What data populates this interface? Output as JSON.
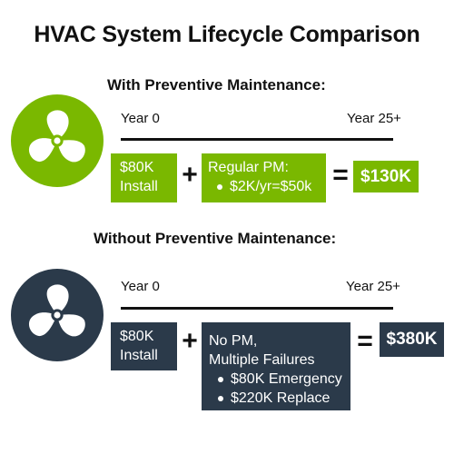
{
  "title": "HVAC System Lifecycle Comparison",
  "colors": {
    "with_pm": "#7ab800",
    "without_pm": "#2b3a4a",
    "text": "#111111"
  },
  "with_pm": {
    "heading": "With Preventive Maintenance:",
    "icon": "fan-icon",
    "year_start": "Year 0",
    "year_end": "Year 25+",
    "install_box": [
      "$80K",
      "Install"
    ],
    "plus": "+",
    "maintenance_box": {
      "title": "Regular PM:",
      "bullets": [
        "$2K/yr=$50k"
      ]
    },
    "equals": "=",
    "total": "$130K"
  },
  "without_pm": {
    "heading": "Without Preventive Maintenance:",
    "icon": "fan-icon",
    "year_start": "Year 0",
    "year_end": "Year 25+",
    "install_box": [
      "$80K",
      "Install"
    ],
    "plus": "+",
    "maintenance_box": {
      "title_lines": [
        "No PM,",
        "Multiple Failures"
      ],
      "bullets": [
        "$80K Emergency",
        "$220K Replace"
      ]
    },
    "equals": "=",
    "total": "$380K"
  }
}
